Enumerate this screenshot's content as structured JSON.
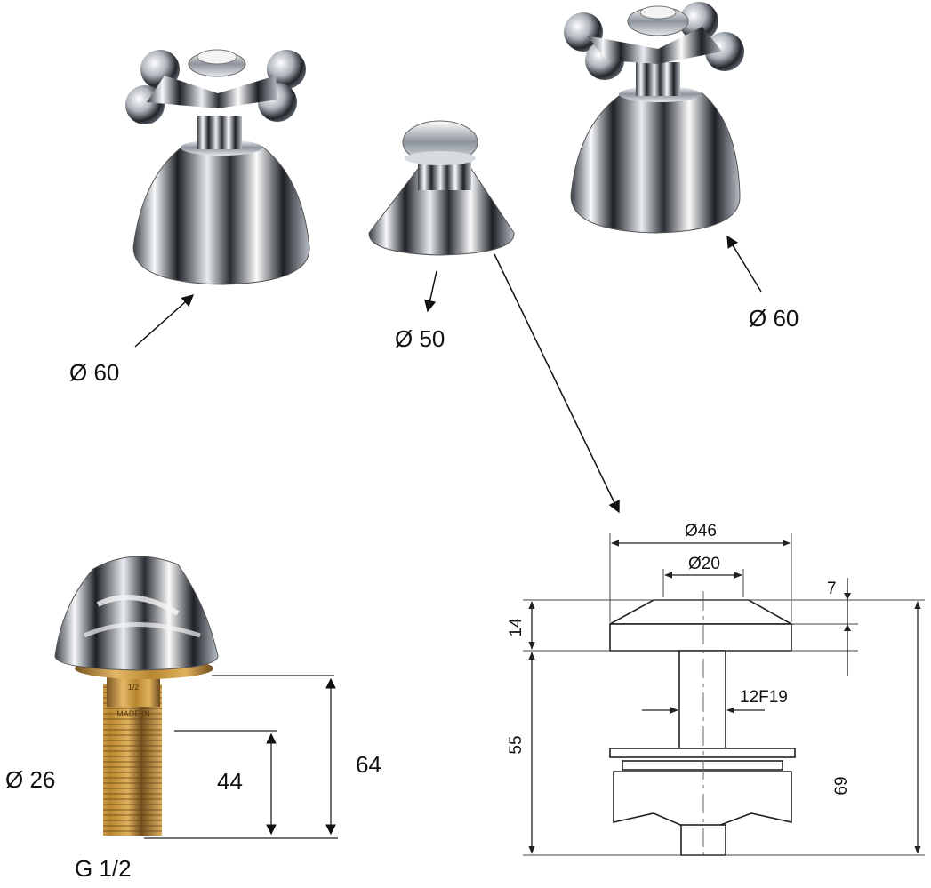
{
  "labels": {
    "left_valve_diameter": "Ø  60",
    "center_cap_diameter": "Ø  50",
    "right_valve_diameter": "Ø  60",
    "insert_diameter": "Ø 26",
    "insert_height_thread": "44",
    "insert_height_total": "64",
    "insert_thread": "G 1/2",
    "drawing_outer_diameter": "Ø46",
    "drawing_inner_diameter": "Ø20",
    "drawing_top_height": "7",
    "drawing_cap_height": "14",
    "drawing_spindle_spec": "12F19",
    "drawing_shaft_height": "55",
    "drawing_total_height": "69"
  },
  "colors": {
    "chrome_light": "#f4f6f8",
    "chrome_dark": "#1c1f24",
    "brass": "#c9963f",
    "line": "#222222"
  }
}
